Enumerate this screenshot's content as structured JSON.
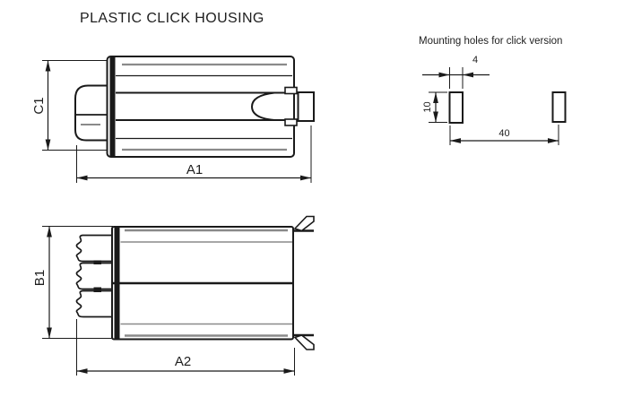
{
  "title": "PLASTIC CLICK HOUSING",
  "colors": {
    "line": "#1a1a1a",
    "secondary_line": "#8a8a8a",
    "background": "#ffffff"
  },
  "side_view": {
    "height_label": "C1",
    "length_label": "A1"
  },
  "top_view": {
    "height_label": "B1",
    "length_label": "A2"
  },
  "mounting_detail": {
    "title": "Mounting holes for click version",
    "hole_width": "4",
    "hole_height": "10",
    "hole_spacing": "40"
  }
}
